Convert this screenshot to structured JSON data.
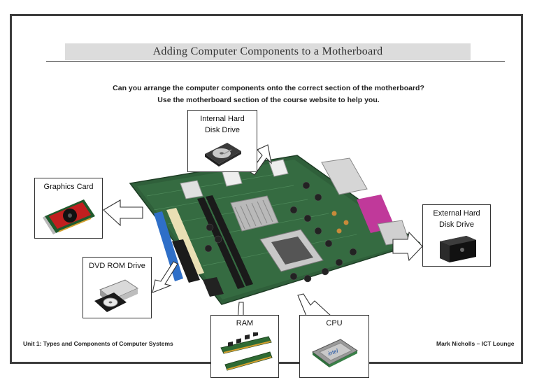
{
  "header": {
    "title": "Adding Computer Components to a Motherboard"
  },
  "instructions": {
    "line1": "Can you arrange the computer components onto the correct section of the motherboard?",
    "line2": "Use the motherboard section of the course website to help you."
  },
  "components": {
    "internal_hdd": {
      "label_line1": "Internal Hard",
      "label_line2": "Disk Drive",
      "icon": "hard-disk-icon"
    },
    "graphics_card": {
      "label": "Graphics Card",
      "icon": "graphics-card-icon"
    },
    "external_hdd": {
      "label_line1": "External Hard",
      "label_line2": "Disk Drive",
      "icon": "external-drive-icon"
    },
    "dvd_rom": {
      "label": "DVD ROM Drive",
      "icon": "dvd-drive-icon"
    },
    "ram": {
      "label": "RAM",
      "icon": "ram-stick-icon"
    },
    "cpu": {
      "label": "CPU",
      "icon": "cpu-chip-icon",
      "chip_text": "intel"
    }
  },
  "footer": {
    "left": "Unit 1: Types and Components of Computer Systems",
    "right": "Mark Nicholls – ICT Lounge"
  }
}
